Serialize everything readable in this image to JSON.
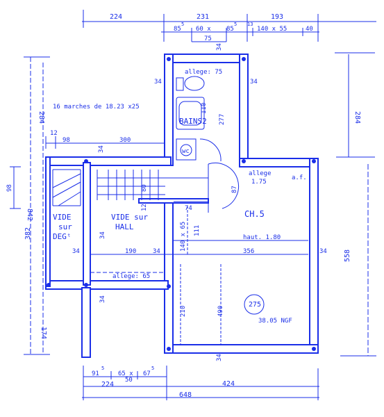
{
  "colors": {
    "ink": "#1a2ee8",
    "paper": "#ffffff"
  },
  "labels": {
    "stairs_note": "16 marches de 18.23 x25",
    "allege_top": "allege: 75",
    "bains": "BAINS2",
    "wc": "wc",
    "vide_degt": [
      "VIDE",
      "sur",
      "DEGᵗ"
    ],
    "vide_hall": [
      "VIDE sur",
      "HALL"
    ],
    "allege_mid": "allege: 65",
    "allege_right": "allege",
    "allege_right_val": "1.75",
    "af": "a.f.",
    "ch5": "CH.5",
    "haut": "haut. 1.80",
    "level_circle": "275",
    "ngf": "38.05 NGF"
  },
  "dims": {
    "top_row1": [
      "224",
      "231",
      "193"
    ],
    "top_row2": [
      "85",
      "60 x",
      "85",
      "140 x 55",
      "40"
    ],
    "top_row3": "75",
    "top_sup": [
      "5",
      "5",
      "13"
    ],
    "d34": "34",
    "d284": "284",
    "d12": "12",
    "d98": "98",
    "d300": "300",
    "d110": "110",
    "d277": "277",
    "d842": "842",
    "d382": "382",
    "d140x65": "140 x 65",
    "d111": "111",
    "d74": "74",
    "d190": "190",
    "d356": "356",
    "d210": "210",
    "d490": "490",
    "d558": "558",
    "d174": "174",
    "d87": "87",
    "d80": "80",
    "bot_row1": [
      "91",
      "65 x",
      "67",
      "50"
    ],
    "bot_sup": [
      "5",
      "5"
    ],
    "bot_row2": [
      "224",
      "424"
    ],
    "bot_row3": "648"
  }
}
